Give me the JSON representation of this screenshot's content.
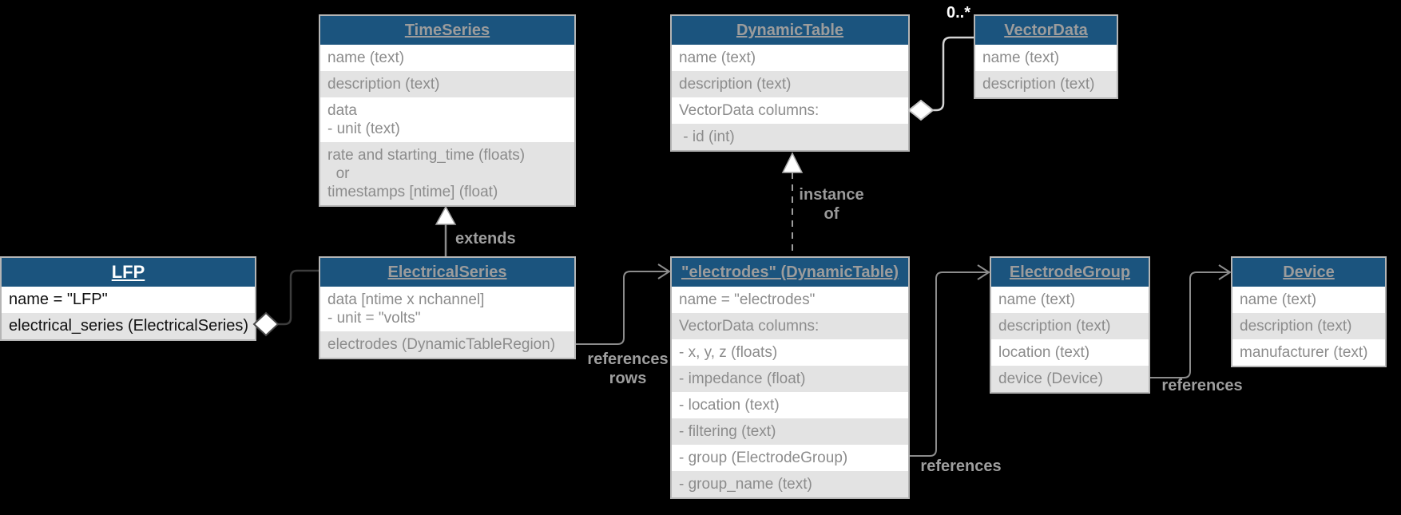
{
  "colors": {
    "background": "#000000",
    "header_fill": "#1b547e",
    "class_title_text": "#9c9c9c",
    "highlight_title_text": "#ffffff",
    "row_text": "#8c8c8c",
    "highlight_row_text": "#111111",
    "row_alt_fill": "#e3e3e3",
    "row_fill": "#ffffff",
    "connector_gray": "#8c8c8c",
    "connector_light": "#d4d4d4",
    "connector_dark": "#3d3d3d"
  },
  "tables": {
    "timeseries": {
      "title": "TimeSeries",
      "rows": [
        {
          "lines": [
            "name (text)"
          ]
        },
        {
          "lines": [
            "description (text)"
          ]
        },
        {
          "lines": [
            "data",
            "- unit (text)"
          ]
        },
        {
          "lines": [
            "rate and starting_time (floats)",
            "  or",
            "timestamps [ntime] (float)"
          ]
        }
      ]
    },
    "dynamictable": {
      "title": "DynamicTable",
      "rows": [
        {
          "lines": [
            "name (text)"
          ]
        },
        {
          "lines": [
            "description (text)"
          ]
        },
        {
          "lines": [
            "VectorData columns:"
          ]
        },
        {
          "lines": [
            " - id (int)"
          ]
        }
      ]
    },
    "vectordata": {
      "title": "VectorData",
      "rows": [
        {
          "lines": [
            "name (text)"
          ]
        },
        {
          "lines": [
            "description (text)"
          ]
        }
      ]
    },
    "lfp": {
      "title": "LFP",
      "highlight": true,
      "rows": [
        {
          "lines": [
            "name = \"LFP\""
          ]
        },
        {
          "lines": [
            "electrical_series (ElectricalSeries)"
          ]
        }
      ]
    },
    "electricalseries": {
      "title": "ElectricalSeries",
      "rows": [
        {
          "lines": [
            "data [ntime x nchannel]",
            "- unit = \"volts\""
          ]
        },
        {
          "lines": [
            "electrodes (DynamicTableRegion)"
          ]
        }
      ]
    },
    "electrodes": {
      "title": "\"electrodes\" (DynamicTable)",
      "rows": [
        {
          "lines": [
            "name = \"electrodes\""
          ]
        },
        {
          "lines": [
            "VectorData columns:"
          ]
        },
        {
          "lines": [
            "- x, y, z (floats)"
          ]
        },
        {
          "lines": [
            "- impedance (float)"
          ]
        },
        {
          "lines": [
            "- location (text)"
          ]
        },
        {
          "lines": [
            "- filtering (text)"
          ]
        },
        {
          "lines": [
            "- group (ElectrodeGroup)"
          ]
        },
        {
          "lines": [
            "- group_name (text)"
          ]
        }
      ]
    },
    "electrodegroup": {
      "title": "ElectrodeGroup",
      "rows": [
        {
          "lines": [
            "name (text)"
          ]
        },
        {
          "lines": [
            "description (text)"
          ]
        },
        {
          "lines": [
            "location (text)"
          ]
        },
        {
          "lines": [
            "device (Device)"
          ]
        }
      ]
    },
    "device": {
      "title": "Device",
      "rows": [
        {
          "lines": [
            "name (text)"
          ]
        },
        {
          "lines": [
            "description (text)"
          ]
        },
        {
          "lines": [
            "manufacturer (text)"
          ]
        }
      ]
    }
  },
  "labels": {
    "extends": "extends",
    "instance_line1": "instance",
    "instance_line2": "of",
    "multiplicity": "0..*",
    "references_rows_line1": "references",
    "references_rows_line2": "rows",
    "references_group": "references",
    "references_device": "references"
  }
}
